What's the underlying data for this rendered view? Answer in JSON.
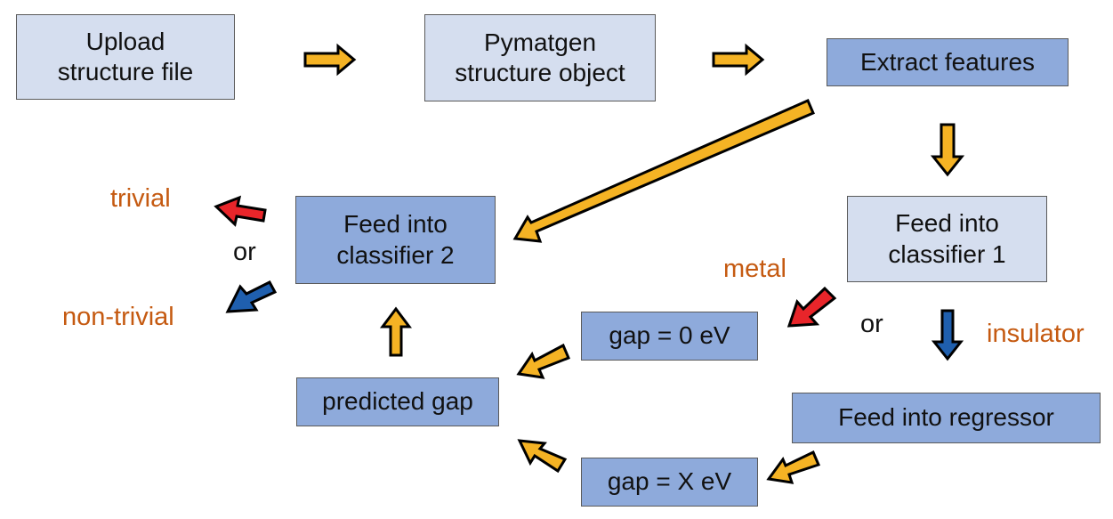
{
  "colors": {
    "box_light": "#d5deef",
    "box_mid": "#8eaadb",
    "arrow_yellow": "#f5b324",
    "arrow_red": "#e8252a",
    "arrow_blue": "#1f5fae",
    "label_orange": "#c55a11"
  },
  "boxes": {
    "upload": {
      "line1": "Upload",
      "line2": "structure file"
    },
    "pymatgen": {
      "line1": "Pymatgen",
      "line2": "structure object"
    },
    "extract": "Extract features",
    "classifier1": {
      "line1": "Feed into",
      "line2": "classifier 1"
    },
    "classifier2": {
      "line1": "Feed into",
      "line2": "classifier 2"
    },
    "gap_zero": "gap = 0 eV",
    "gap_x": "gap = X eV",
    "regressor": "Feed into regressor",
    "predicted": "predicted gap"
  },
  "labels": {
    "trivial": "trivial",
    "or_left": "or",
    "non_trivial": "non-trivial",
    "metal": "metal",
    "or_right": "or",
    "insulator": "insulator"
  }
}
